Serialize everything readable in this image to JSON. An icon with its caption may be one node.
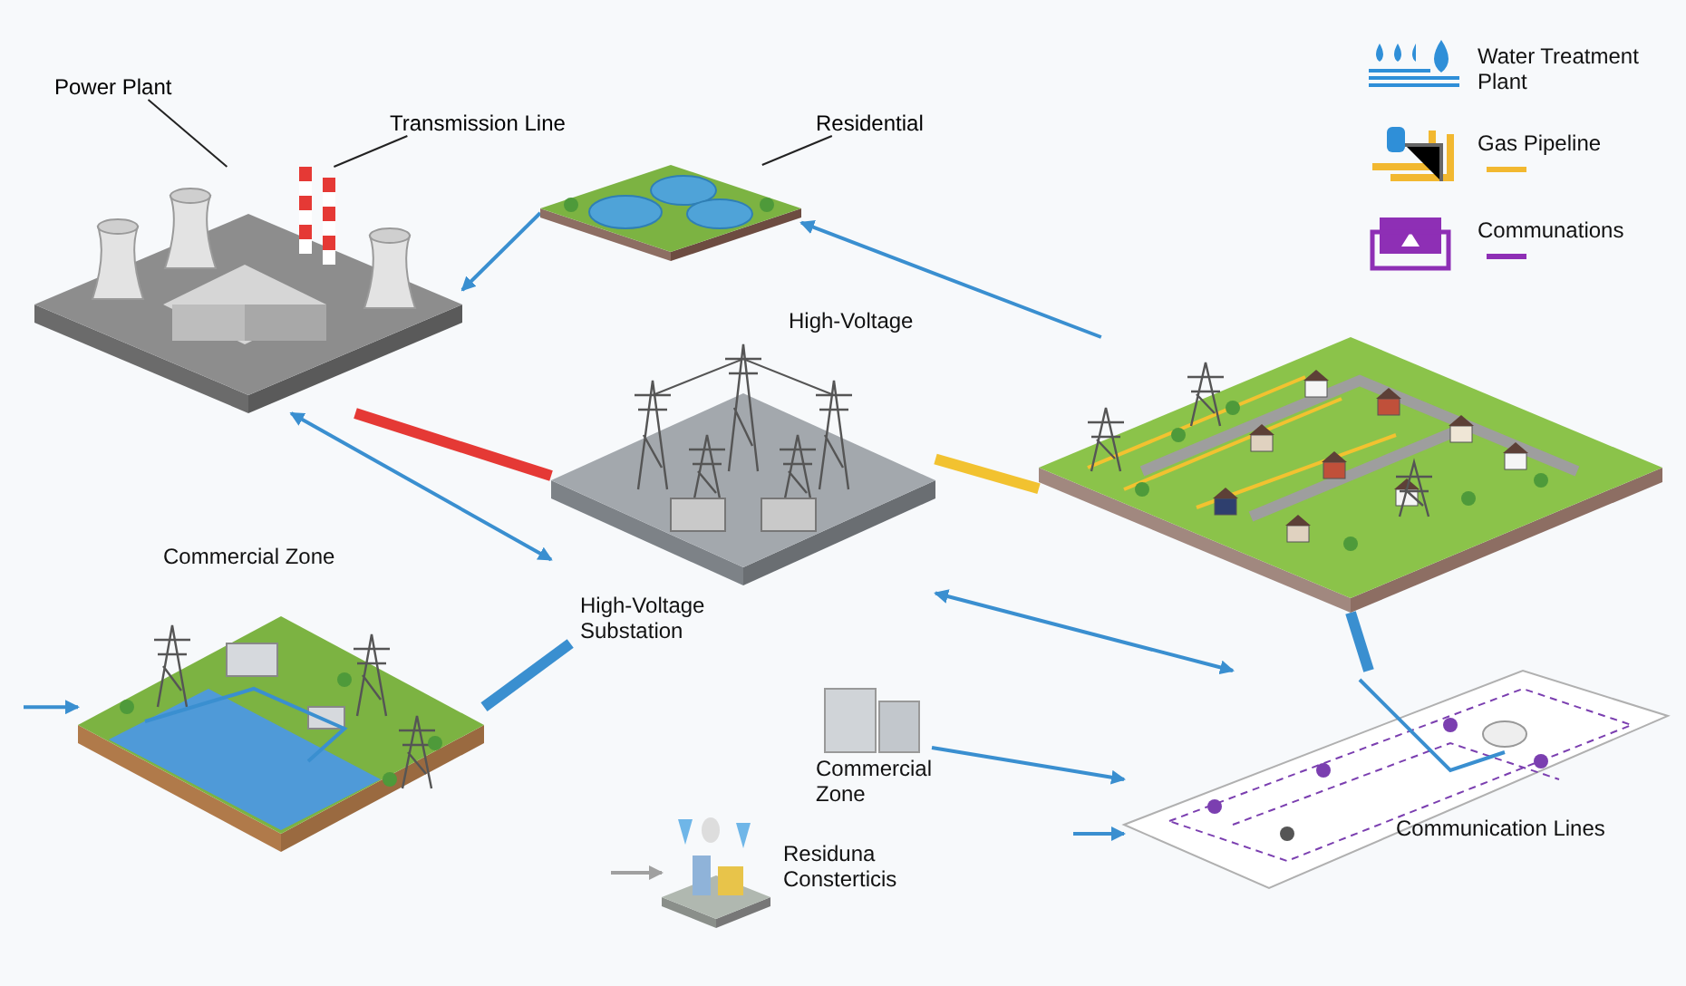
{
  "diagram": {
    "nodes": [
      {
        "text": [],
        "shape": "picture"
      },
      {
        "text": [
          "Power Plant"
        ]
      },
      {
        "text": [
          "Transmission Line"
        ]
      },
      {
        "text": [],
        "shape": "picture"
      },
      {
        "text": [
          "Residential"
        ]
      },
      {
        "text": [
          "High-Voltage",
          "High-Voltage Substation"
        ]
      },
      {
        "text": [],
        "shape": "picture"
      },
      {
        "text": [
          "Commercial Zone"
        ]
      },
      {
        "text": [
          "Commercial Zone"
        ]
      },
      {
        "text": [
          "Residuna Consterticis"
        ]
      },
      {
        "text": [
          "Communication Lines"
        ]
      }
    ],
    "edges": [
      {
        "from": 1,
        "to": 0,
        "arrow": "none",
        "color": "#222222"
      },
      {
        "from": 2,
        "to": 0,
        "arrow": "none",
        "color": "#222222"
      },
      {
        "from": 4,
        "to": 3,
        "arrow": "none",
        "color": "#222222"
      },
      {
        "from": 3,
        "to": 0,
        "arrow": "to"
      },
      {
        "from": 6,
        "to": 3,
        "arrow": "to"
      },
      {
        "from": 0,
        "to": 5,
        "arrow": "none",
        "style": "thick",
        "color": "#e53935"
      },
      {
        "from": 5,
        "to": 6,
        "arrow": "none",
        "style": "thick",
        "color": "#f2c230"
      },
      {
        "from": 7,
        "to": 5,
        "arrow": "none",
        "style": "thick"
      },
      {
        "from": 5,
        "to": 0,
        "arrow": "both"
      },
      {
        "from": 5,
        "to": 10,
        "arrow": "both"
      },
      {
        "from": 6,
        "to": 10,
        "arrow": "none",
        "style": "thick"
      },
      {
        "from": 8,
        "to": 10,
        "arrow": "to"
      },
      {
        "from": null,
        "to": 7,
        "arrow": "to"
      },
      {
        "from": null,
        "to": 10,
        "arrow": "to"
      },
      {
        "from": null,
        "to": 9,
        "arrow": "to",
        "color": "#a0a0a0"
      }
    ],
    "legend": [
      {
        "text": "Water Treatment Plant"
      },
      {
        "text": "Gas Pipeline"
      },
      {
        "text": "Communations"
      }
    ]
  }
}
